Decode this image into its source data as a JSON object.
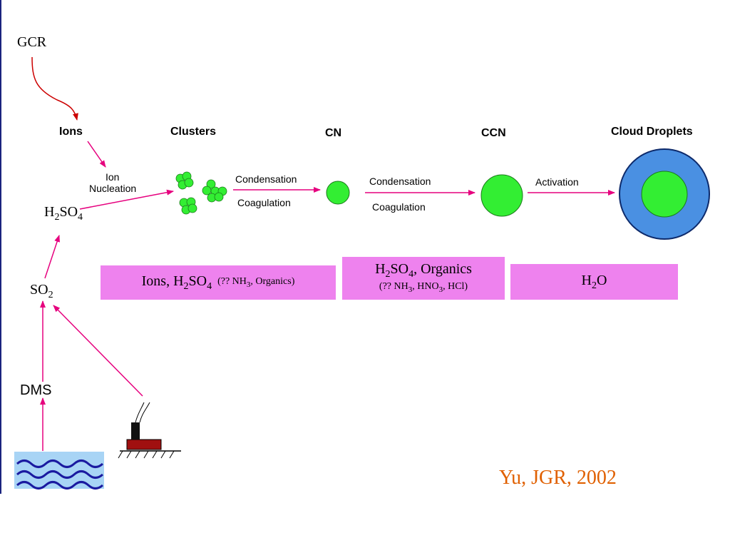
{
  "labels": {
    "gcr": "GCR",
    "ions": "Ions",
    "clusters": "Clusters",
    "cn": "CN",
    "ccn": "CCN",
    "cloud_droplets": "Cloud Droplets",
    "ion_nucleation_line1": "Ion",
    "ion_nucleation_line2": "Nucleation",
    "h2so4_prefix": "H",
    "h2so4_sub1": "2",
    "h2so4_mid": "SO",
    "h2so4_sub2": "4",
    "so2_prefix": "SO",
    "so2_sub": "2",
    "dms": "DMS",
    "condensation_1": "Condensation",
    "coagulation_1": "Coagulation",
    "condensation_2": "Condensation",
    "coagulation_2": "Coagulation",
    "activation": "Activation"
  },
  "boxes": {
    "box1": {
      "main_a": "Ions, H",
      "main_sub1": "2",
      "main_b": "SO",
      "main_sub2": "4",
      "small_a": "(?? NH",
      "small_sub": "3",
      "small_b": ", Organics)"
    },
    "box2": {
      "line1_a": "H",
      "line1_sub1": "2",
      "line1_b": "SO",
      "line1_sub2": "4",
      "line1_c": ", Organics",
      "line2_a": "(?? NH",
      "line2_sub1": "3",
      "line2_b": ", HNO",
      "line2_sub2": "3",
      "line2_c": ", HCl)"
    },
    "box3": {
      "a": "H",
      "sub": "2",
      "b": "O"
    }
  },
  "citation": "Yu, JGR, 2002",
  "colors": {
    "arrow": "#e6007e",
    "particle": "#33ee33",
    "droplet_outer": "#4a90e2",
    "box_fill": "#ee82ee",
    "citation": "#e06000",
    "sea": "#a8d4f5",
    "wave": "#1a1aa0",
    "factory_base": "#a01010"
  },
  "icons": {
    "ocean": "ocean-waves-icon",
    "factory": "factory-smokestack-icon"
  }
}
